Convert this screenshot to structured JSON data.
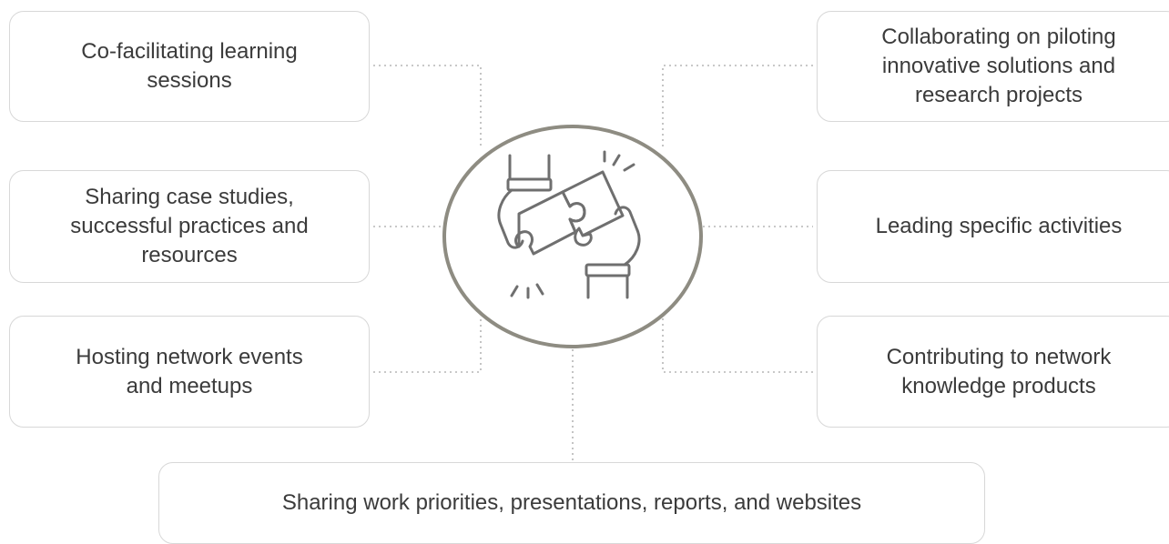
{
  "colors": {
    "box_border": "#d8d8d8",
    "text": "#3b3b3b",
    "hub_ring": "#8e8c82",
    "icon_stroke": "#6f6f6f",
    "connector": "#b5b5b5"
  },
  "hub": {
    "icon": "puzzle-handshake-icon"
  },
  "items": {
    "top_left": "Co-facilitating learning\nsessions",
    "middle_left": "Sharing case studies,\nsuccessful practices  and\nresources",
    "bottom_left": "Hosting network events\nand meetups",
    "top_right": "Collaborating on piloting\ninnovative solutions  and\nresearch projects",
    "middle_right": "Leading specific activities",
    "bottom_right": "Contributing to network\nknowledge products",
    "bottom": "Sharing work priorities,  presentations, reports, and websites"
  }
}
